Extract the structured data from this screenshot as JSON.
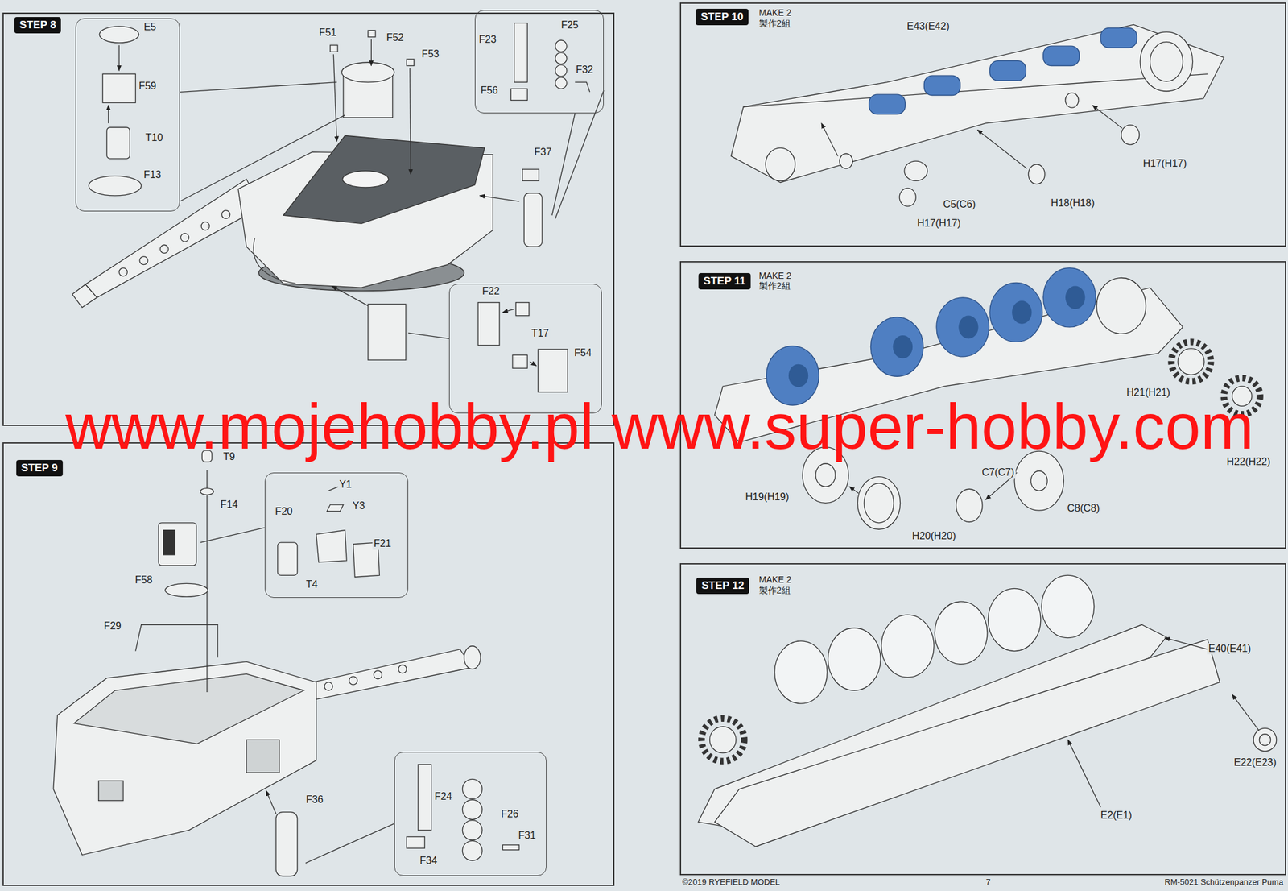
{
  "diagram": {
    "nodes": [
      {
        "text": [
          "STEP 8"
        ]
      },
      {
        "text": [
          "E5",
          "F59",
          "T10",
          "F13"
        ],
        "in": 0
      },
      {
        "text": [
          "F23",
          "F25",
          "F32",
          "F56"
        ],
        "in": 0
      },
      {
        "text": [
          "F22",
          "T17",
          "F54"
        ],
        "in": 0
      },
      {
        "text": [
          "STEP 9"
        ]
      },
      {
        "text": [
          "Y1",
          "Y3",
          "F20",
          "F21",
          "T4"
        ],
        "in": 4
      },
      {
        "text": [
          "F24",
          "F26",
          "F31",
          "F34"
        ],
        "in": 4
      },
      {
        "text": [
          "STEP 10",
          "MAKE 2 製作2組"
        ]
      },
      {
        "text": [
          "STEP 11",
          "MAKE 2 製作2組"
        ]
      },
      {
        "text": [
          "STEP 12",
          "MAKE 2 製作2組"
        ]
      }
    ],
    "labels": [
      "F51",
      "F52",
      "F53",
      "F37",
      "T9",
      "F14",
      "F58",
      "F29",
      "F36",
      "E43(E42)",
      "C5(C6)",
      "H17(H17)",
      "H18(H18)",
      "H17(H17)",
      "H21(H21)",
      "C7(C7)",
      "H22(H22)",
      "H19(H19)",
      "H20(H20)",
      "C8(C8)",
      "E40(E41)",
      "E22(E23)",
      "E2(E1)",
      "www.mojehobby.pl www.super-hobby.com",
      "©2019 RYEFIELD MODEL",
      "7",
      "RM-5021 Schützenpanzer Puma"
    ]
  }
}
